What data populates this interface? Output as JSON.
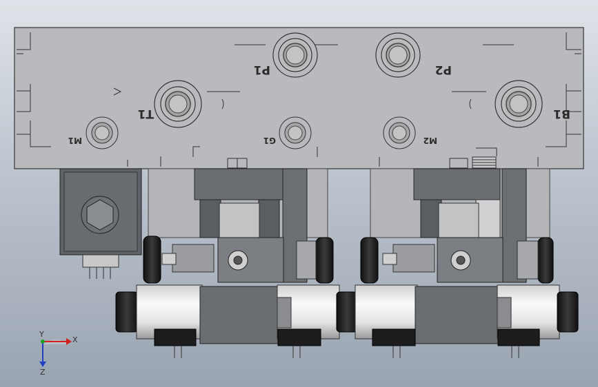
{
  "scene": {
    "background_top": "#dfe3e8",
    "background_bottom": "#9aa4b1",
    "manifold_color": "#b8b9bc",
    "body_dark": "#5e6266",
    "body_mid": "#8a8d90",
    "coil_light": "#e6e6e6"
  },
  "ports": {
    "p1": "P1",
    "p2": "P2",
    "t1": "T1",
    "b1": "B1",
    "m1": "M1",
    "m2": "M2",
    "g1": "G1"
  },
  "triad": {
    "x_label": "X",
    "y_label": "Y",
    "z_label": "Z"
  }
}
